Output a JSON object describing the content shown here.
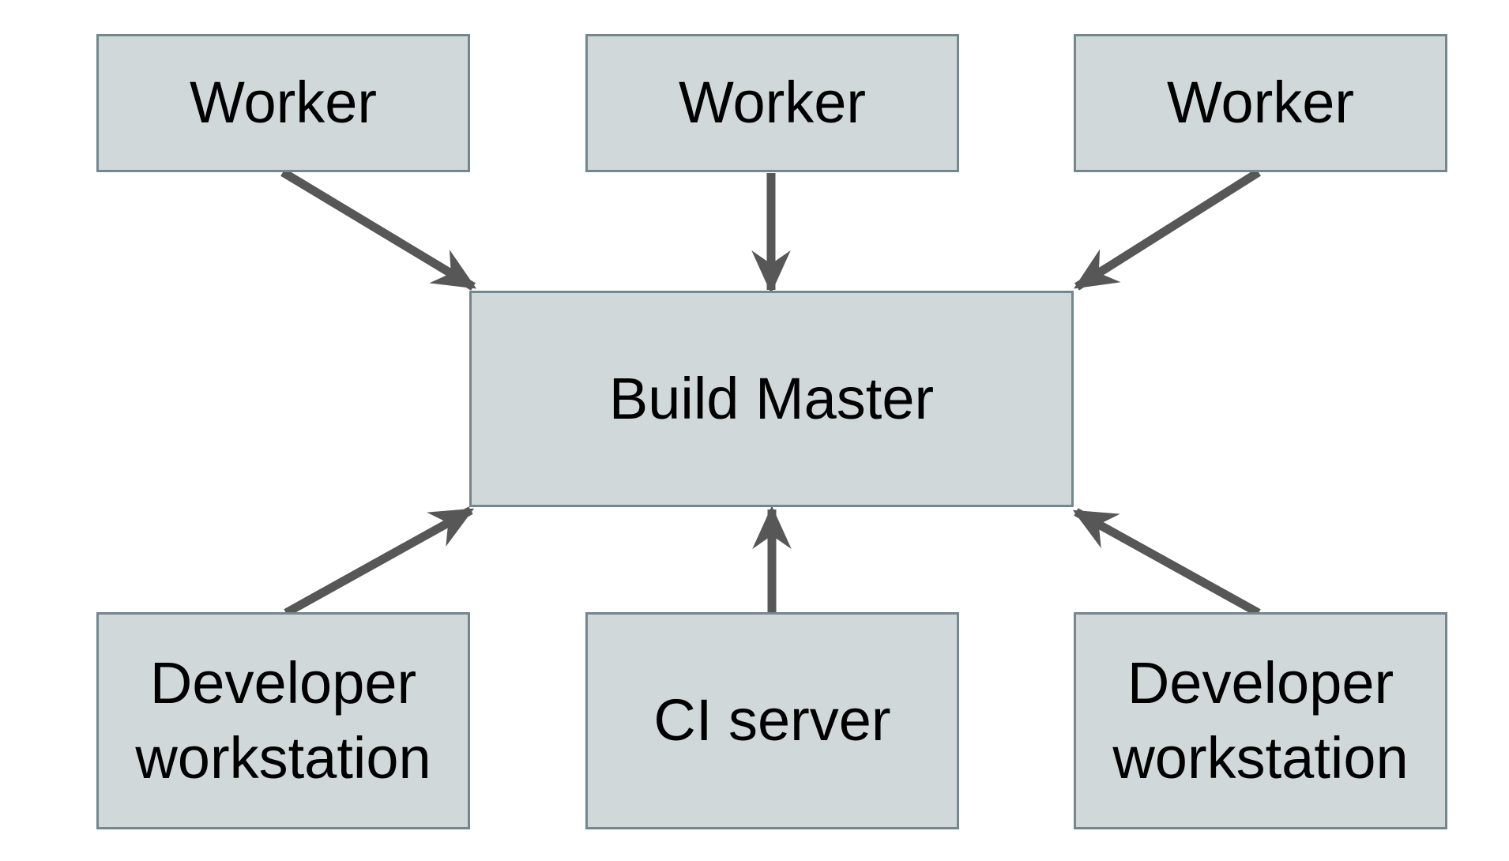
{
  "diagram": {
    "description": "Distributed build system architecture diagram",
    "nodes": {
      "worker_1": {
        "label": "Worker"
      },
      "worker_2": {
        "label": "Worker"
      },
      "worker_3": {
        "label": "Worker"
      },
      "build_master": {
        "label": "Build Master"
      },
      "dev_left": {
        "label": "Developer workstation"
      },
      "ci_server": {
        "label": "CI server"
      },
      "dev_right": {
        "label": "Developer workstation"
      }
    },
    "edges": [
      {
        "from": "worker_1",
        "to": "build_master",
        "direction": "down-right"
      },
      {
        "from": "worker_2",
        "to": "build_master",
        "direction": "down"
      },
      {
        "from": "worker_3",
        "to": "build_master",
        "direction": "down-left"
      },
      {
        "from": "dev_left",
        "to": "build_master",
        "direction": "up-right"
      },
      {
        "from": "ci_server",
        "to": "build_master",
        "direction": "up"
      },
      {
        "from": "dev_right",
        "to": "build_master",
        "direction": "up-left"
      }
    ],
    "colors": {
      "background": "#ffffff",
      "node_fill": "#d0d8da",
      "node_border": "#74868e",
      "arrow": "#575757",
      "text": "#000000"
    }
  }
}
